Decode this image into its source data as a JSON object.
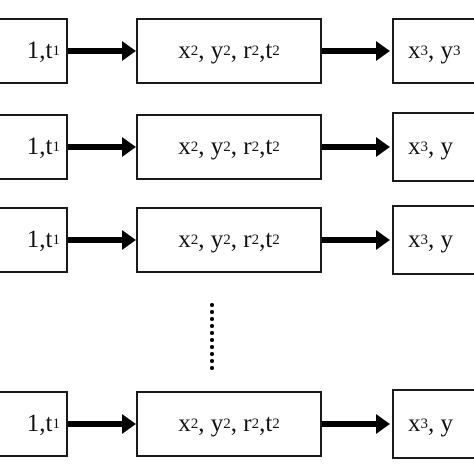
{
  "rows": [
    {
      "left": {
        "text": "1,t",
        "sub": "1"
      },
      "middle": {
        "x": "x",
        "xs": "2",
        "y": ", y",
        "ys": "2",
        "r": ", r",
        "rs": "2",
        "t": ",t",
        "ts": "2"
      },
      "right": {
        "x": "x",
        "xs": "3",
        "y": ", y",
        "ys": "3"
      }
    },
    {
      "left": {
        "text": "1,t",
        "sub": "1"
      },
      "middle": {
        "x": "x",
        "xs": "2",
        "y": ", y",
        "ys": "2",
        "r": ", r",
        "rs": "2",
        "t": ",t",
        "ts": "2"
      },
      "right": {
        "x": "x",
        "xs": "3",
        "y": ", y",
        "ys": ""
      }
    },
    {
      "left": {
        "text": "1,t",
        "sub": "1"
      },
      "middle": {
        "x": "x",
        "xs": "2",
        "y": ", y",
        "ys": "2",
        "r": ", r",
        "rs": "2",
        "t": ",t",
        "ts": "2"
      },
      "right": {
        "x": "x",
        "xs": "3",
        "y": ", y",
        "ys": ""
      }
    },
    {
      "left": {
        "text": "1,t",
        "sub": "1"
      },
      "middle": {
        "x": "x",
        "xs": "2",
        "y": ", y",
        "ys": "2",
        "r": ", r",
        "rs": "2",
        "t": ",t",
        "ts": "2"
      },
      "right": {
        "x": "x",
        "xs": "3",
        "y": ", y",
        "ys": ""
      }
    }
  ],
  "ellipsis_dots": 10
}
